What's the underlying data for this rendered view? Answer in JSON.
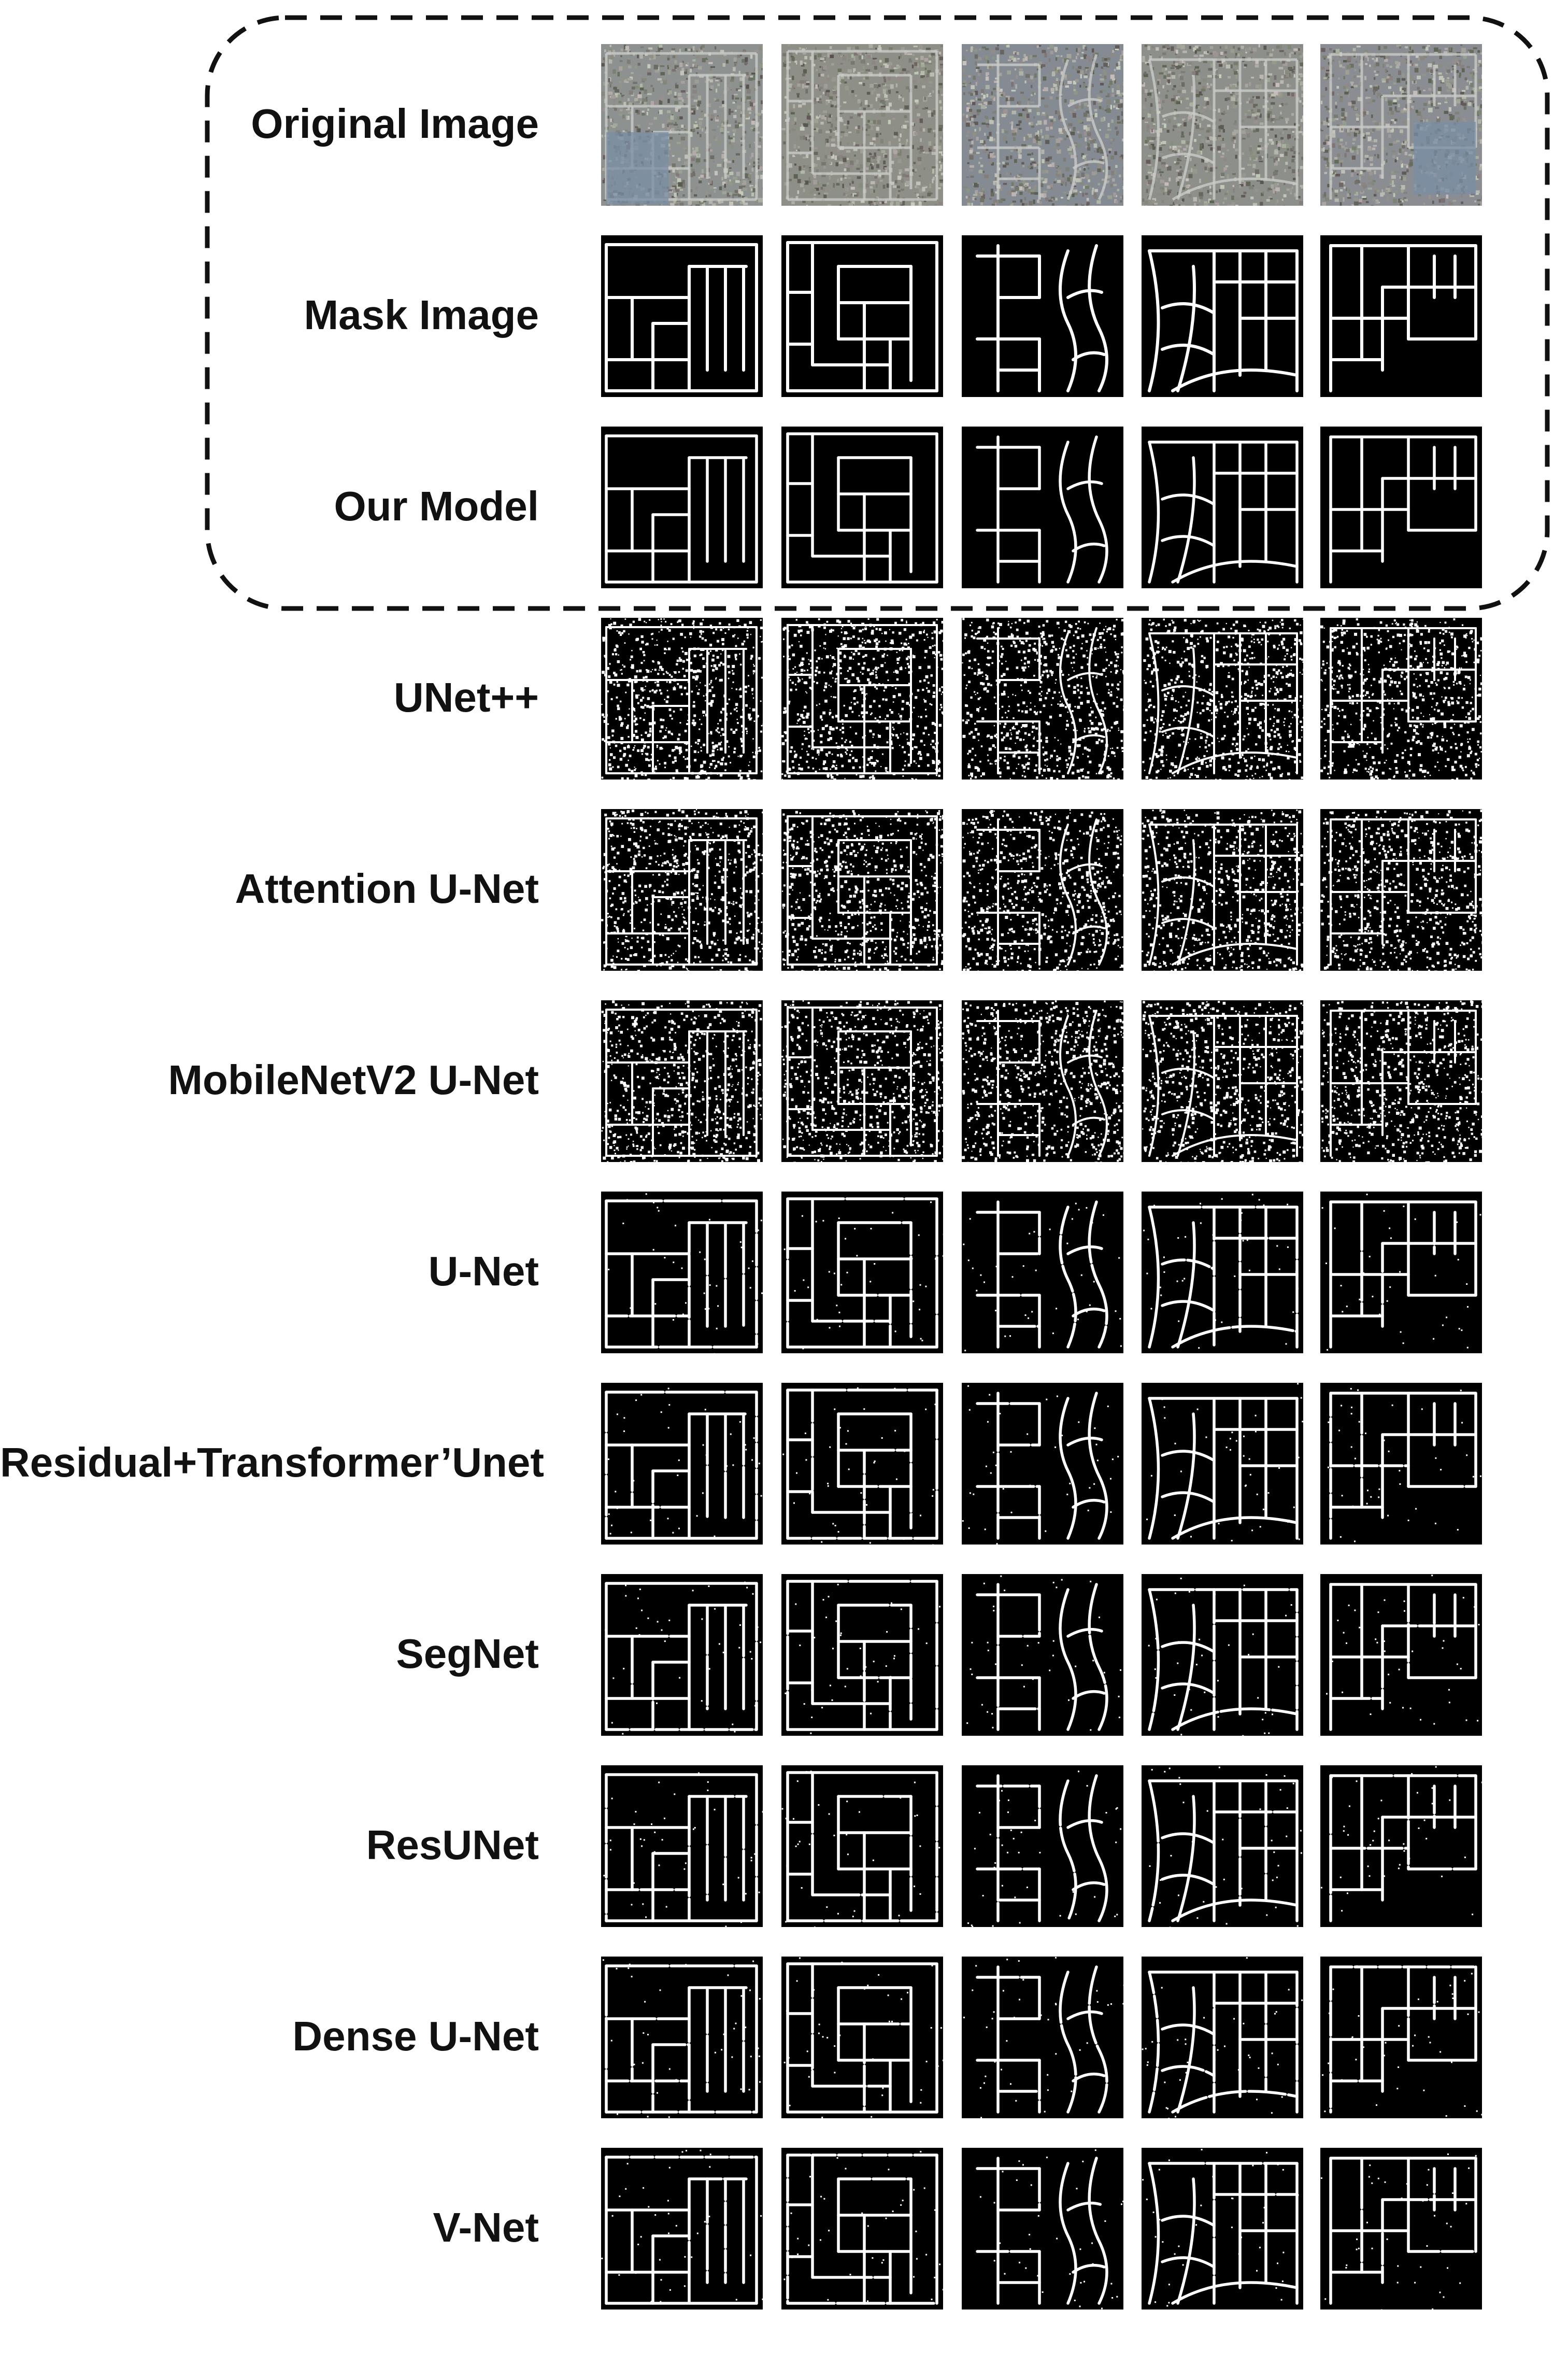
{
  "figure": {
    "rows": [
      {
        "label": "Original Image",
        "kind": "aerial"
      },
      {
        "label": "Mask Image",
        "kind": "mask"
      },
      {
        "label": "Our Model",
        "kind": "clean"
      },
      {
        "label": "UNet++",
        "kind": "noisy"
      },
      {
        "label": "Attention U-Net",
        "kind": "noisy"
      },
      {
        "label": "MobileNetV2 U-Net",
        "kind": "noisy"
      },
      {
        "label": "U-Net",
        "kind": "clean"
      },
      {
        "label": "Residual+Transformer’Unet",
        "kind": "clean"
      },
      {
        "label": "SegNet",
        "kind": "clean"
      },
      {
        "label": "ResUNet",
        "kind": "clean"
      },
      {
        "label": "Dense U-Net",
        "kind": "clean"
      },
      {
        "label": "V-Net",
        "kind": "clean"
      }
    ],
    "columns": 5,
    "highlighted_rows": [
      "Original Image",
      "Mask Image",
      "Our Model"
    ],
    "colors": {
      "road": "#ffffff",
      "background": "#000000",
      "aerial_base": "#8c8f8a",
      "bracket": "#111111"
    }
  }
}
